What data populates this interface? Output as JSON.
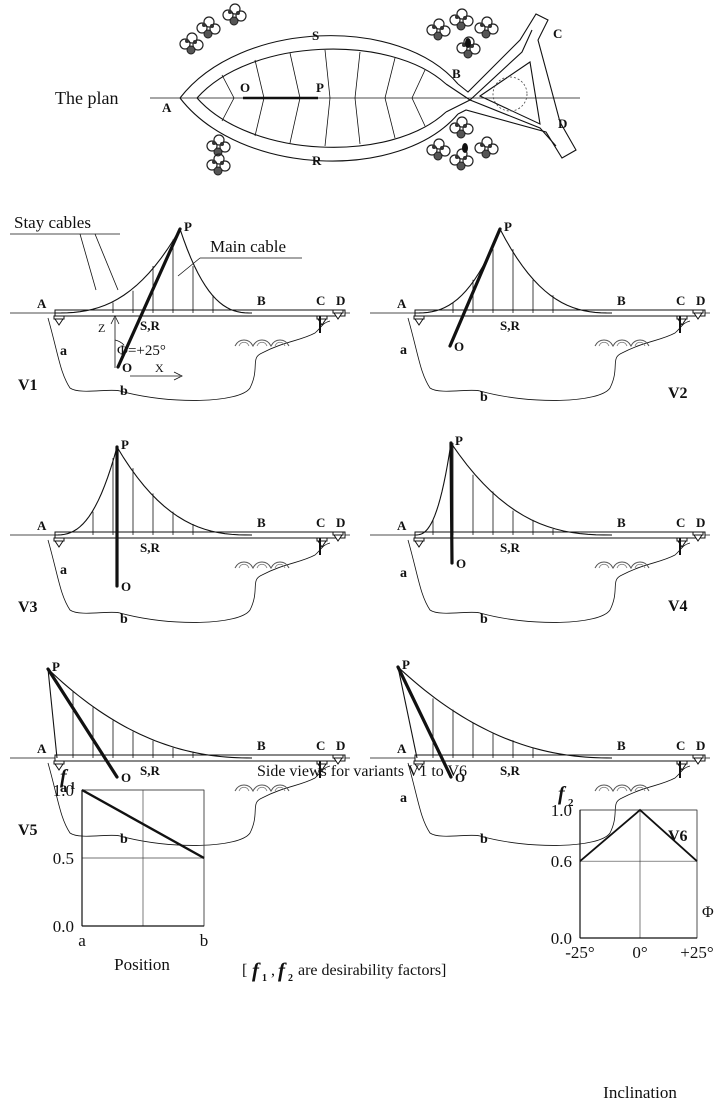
{
  "plan": {
    "title": "The plan",
    "points": {
      "S": "S",
      "R": "R",
      "A": "A",
      "B": "B",
      "C": "C",
      "D": "D",
      "O": "O",
      "P": "P"
    }
  },
  "side_views": {
    "stay_cables_label": "Stay cables",
    "main_cable_label": "Main cable",
    "angle_label": "Φ=+25°",
    "axis_z": "Z",
    "axis_x": "X",
    "deck_mid_label": "S,R",
    "variants": [
      {
        "id": "V1"
      },
      {
        "id": "V2"
      },
      {
        "id": "V3"
      },
      {
        "id": "V4"
      },
      {
        "id": "V5"
      },
      {
        "id": "V6"
      }
    ],
    "caption": "Side views for variants V1 to V6"
  },
  "charts": {
    "chart_data": [
      {
        "type": "line",
        "ylabel": "f1",
        "xlabel": "Position",
        "x": [
          "a",
          "b"
        ],
        "y": [
          1.0,
          0.5
        ],
        "yticks": [
          "1.0",
          "0.5",
          "0.0"
        ],
        "xticks": [
          "a",
          "b"
        ],
        "ylim": [
          0.0,
          1.0
        ],
        "grid": true
      },
      {
        "type": "line",
        "ylabel": "f2",
        "xlabel": "Inclination",
        "x": [
          "-25°",
          "0°",
          "+25°"
        ],
        "y": [
          0.6,
          1.0,
          0.6
        ],
        "yticks": [
          "1.0",
          "0.6",
          "0.0"
        ],
        "xticks": [
          "-25°",
          "0°",
          "+25°"
        ],
        "axis_symbol": "Φ",
        "ylim": [
          0.0,
          1.0
        ],
        "grid": true
      }
    ],
    "note_open": "[",
    "note_f1": "f",
    "note_sub1": "1",
    "note_f2": "f",
    "note_sub2": "2",
    "note_text": "are desirability factors]"
  }
}
